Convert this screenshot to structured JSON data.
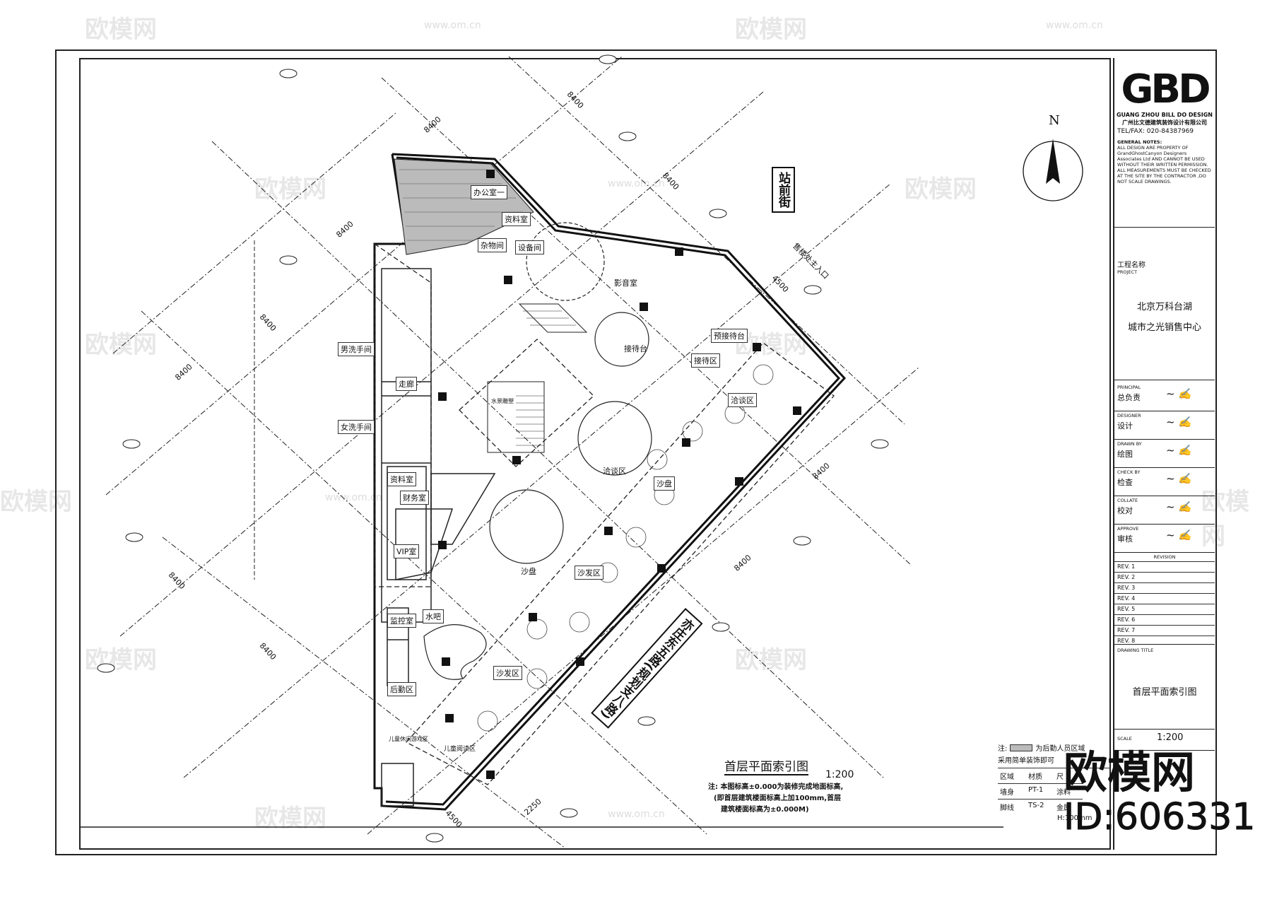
{
  "watermarks": {
    "brand": "欧模网",
    "url": "www.om.cn",
    "id_label": "ID:606331"
  },
  "title_block": {
    "logo": "GBD",
    "company_en": "GUANG ZHOU BILL DO DESIGN",
    "company_cn": "广州比文德建筑装饰设计有限公司",
    "tel": "TEL/FAX: 020-84387969",
    "general_notes_title": "GENERAL NOTES:",
    "general_notes": "ALL DESIGN ARE PROPERTY OF GrandGhostCanyon Designers Associates Ltd AND CANNOT BE USED WITHOUT THEIR WRITTEN PERMISSION. ALL MEASUREMENTS MUST BE CHECKED AT THE SITE BY THE CONTRACTOR ,DO NOT SCALE DRAWINGS.",
    "project_label_cn": "工程名称",
    "project_label_en": "PROJECT",
    "project_name_1": "北京万科台湖",
    "project_name_2": "城市之光销售中心",
    "principal_label": "PRINCIPAL",
    "principal_cn": "总负责",
    "designer_label": "DESIGNER",
    "designer_cn": "设计",
    "drawn_label": "DRAWN BY",
    "drawn_cn": "绘图",
    "check_label": "CHECK BY",
    "check_cn": "检查",
    "collate_label": "COLLATE",
    "collate_cn": "校对",
    "approve_label": "APPROVE",
    "approve_cn": "审核",
    "revision_label": "REVISION",
    "revisions": [
      "REV. 1",
      "REV. 2",
      "REV. 3",
      "REV. 4",
      "REV. 5",
      "REV. 6",
      "REV. 7",
      "REV. 8"
    ],
    "drawing_title_label": "DRAWING TITLE",
    "drawing_title": "首层平面索引图",
    "scale_label": "SCALE",
    "scale_value": "1:200"
  },
  "plan": {
    "north": "N",
    "title": "首层平面索引图",
    "scale": "1:200",
    "note": "注: 本图标高±0.000为装修完成地面标高,",
    "note2": "(即首层建筑楼面标高上加100mm,首层",
    "note3": "建筑楼面标高为±0.000M)",
    "roads": [
      "站前街",
      "亦庄东五路(规划支八路)"
    ],
    "entrance": "售楼处主入口",
    "rooms": [
      "办公室一",
      "资料室",
      "杂物间",
      "设备间",
      "影音室",
      "接待台",
      "预接待台",
      "接待区",
      "洽谈区",
      "沙盘",
      "洽谈区",
      "沙盘",
      "沙发区",
      "沙发区",
      "男洗手间",
      "走廊",
      "女洗手间",
      "资料室",
      "财务室",
      "VIP室",
      "水吧",
      "监控室",
      "后勤区",
      "儿童阅读区",
      "儿童休闲游戏区",
      "水景雕塑"
    ],
    "legend": {
      "line1": "注:",
      "line1b": "为后勤人员区域",
      "line2": "采用简单装饰即可",
      "headers": [
        "区域",
        "材质",
        "尺"
      ],
      "rows": [
        [
          "墙身",
          "PT-1",
          "涂料"
        ],
        [
          "脚线",
          "TS-2",
          "金属"
        ]
      ],
      "h": "H:100mm"
    },
    "dims": [
      "8400",
      "8400",
      "8400",
      "8400",
      "8400",
      "8400",
      "8400",
      "8400",
      "8400",
      "8400",
      "4500",
      "4500",
      "2250"
    ]
  }
}
